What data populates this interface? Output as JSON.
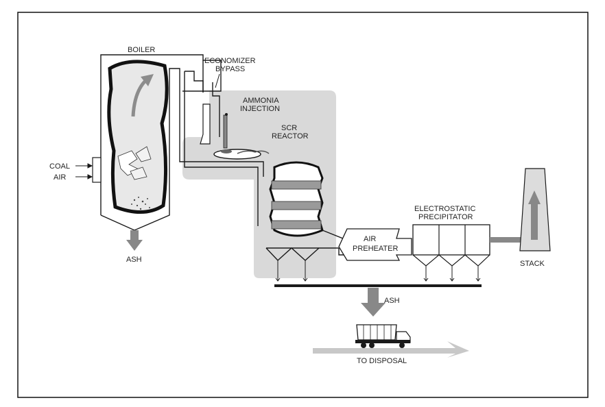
{
  "labels": {
    "boiler": "BOILER",
    "economizer_line1": "ECONOMIZER",
    "economizer_line2": "BYPASS",
    "ammonia_line1": "AMMONIA",
    "ammonia_line2": "INJECTION",
    "scr_line1": "SCR",
    "scr_line2": "REACTOR",
    "coal": "COAL",
    "air": "AIR",
    "ash_boiler": "ASH",
    "air_preheater_line1": "AIR",
    "air_preheater_line2": "PREHEATER",
    "esp_line1": "ELECTROSTATIC",
    "esp_line2": "PRECIPITATOR",
    "stack": "STACK",
    "ash_collection": "ASH",
    "to_disposal": "TO DISPOSAL"
  },
  "colors": {
    "line": "#1a1a1a",
    "scr_zone": "#d9d9d9",
    "arrow": "#8c8c8c",
    "stack_fill": "#dcdcdc",
    "ground": "#c8c8c8"
  }
}
